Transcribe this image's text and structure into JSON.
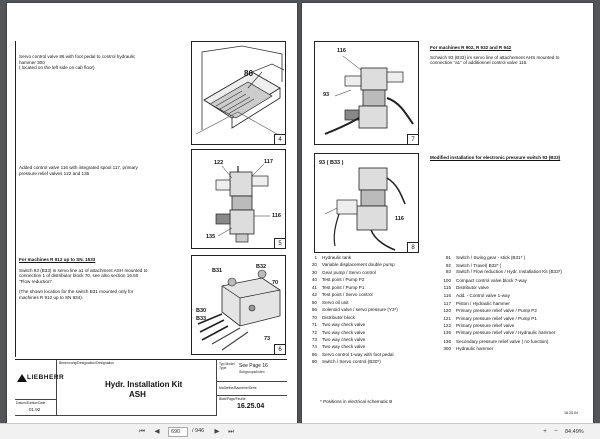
{
  "left_page": {
    "section1": {
      "text": "Servo control valve 86 with foot pedal to control hydraulic hammer 300",
      "note": "( located on the left side on cab floor)",
      "callout": "86",
      "figure_number": "4"
    },
    "section2": {
      "text": "Added control valve 116 with integrated spool 117,  primary pressure relief valves 122 and 135",
      "callouts": [
        "122",
        "117",
        "116",
        "135"
      ],
      "figure_number": "5"
    },
    "section3": {
      "heading": "For machines R 912 up to SN. 1533",
      "text": "Switch 93 (B33) in servo line a1 of attachment ASH mounted to connection 1 of distributor block 70, see also section 16.50 \"Flow reduction\".",
      "note": "(The shown location for the switch B31 mounted only for machines R 912 up to SN 834).",
      "callouts": [
        "B31",
        "B32",
        "70",
        "B30",
        "B33",
        "73"
      ],
      "figure_number": "6"
    },
    "title_block": {
      "logo": "LIEBHERR",
      "label_designation": "Benennung/Designation/Désignation",
      "label_date": "Datum/Edition/Date",
      "date": "01.92",
      "title_line1": "Hydr. Installation Kit",
      "title_line2": "ASH",
      "label_type": "Typ Model Type",
      "type_value": "See Page 16",
      "type_sub": "Subgroups/Index",
      "label_subgroup": "Maßreihe/Baureihe/Série",
      "label_sheet": "Blatt/Page/Feuille",
      "sheet": "16.25.04"
    }
  },
  "right_page": {
    "section1": {
      "heading": "For machines  R 902, R 932 and R 942",
      "text": "Schwich 93 (B33) im servo line of attachement AHS mounted to connection \"a1\" of additionnel control valve 116.",
      "callouts": [
        "116",
        "93"
      ],
      "figure_number": "7"
    },
    "section2": {
      "heading": "Modified installation for electronic pressure switch 93 (B33)",
      "callouts": [
        "93 ( B33 )",
        "116"
      ],
      "figure_number": "8"
    },
    "legend_left": [
      {
        "num": "1",
        "label": "Hydraulic tank"
      },
      {
        "num": "20",
        "label": "Variable displacement double pump"
      },
      {
        "num": "30",
        "label": "Gear pump / Servo control"
      },
      {
        "num": "40",
        "label": "Test point / Pump P2"
      },
      {
        "num": "41",
        "label": "Test point / Pump P1"
      },
      {
        "num": "42",
        "label": "Test point / Servo control"
      },
      {
        "num": "50",
        "label": "Servo oil unit"
      },
      {
        "num": "56",
        "label": "Solenoid valve / servo pressure (Y3*)"
      },
      {
        "num": "70",
        "label": "Distributor block"
      },
      {
        "num": "71",
        "label": "Two way check valve"
      },
      {
        "num": "72",
        "label": "Two way check valve"
      },
      {
        "num": "73",
        "label": "Two way check valve"
      },
      {
        "num": "74",
        "label": "Two way check valve"
      },
      {
        "num": "86",
        "label": "Servo control 1-way with foot pedal"
      },
      {
        "num": "90",
        "label": "Switch / Servo control (B30*)"
      }
    ],
    "legend_right": [
      {
        "num": "91",
        "label": "Switch / Swing gear - stick (B31* )"
      },
      {
        "num": "92",
        "label": "Switch / Travel( B32* )"
      },
      {
        "num": "93",
        "label": "Switch / Flow reduction / Hydr. Installation Kit (B33*)"
      },
      {
        "num": "100",
        "label": "Compact control valve block 7-way"
      },
      {
        "num": "115",
        "label": "Distributor valve"
      },
      {
        "num": "116",
        "label": "Add. - Control valve 1-way"
      },
      {
        "num": "117",
        "label": "Piston / Hydraulic hammer"
      },
      {
        "num": "120",
        "label": "Primary pressure relief valve / Pump P2"
      },
      {
        "num": "121",
        "label": "Primary pressure relief valve / Pump P1"
      },
      {
        "num": "122",
        "label": "Primary pressure relief valve"
      },
      {
        "num": "135",
        "label": "Primary pressure relief valve / Hydraulic hammer"
      },
      {
        "num": "136",
        "label": "Secondary pressure relief valve ( no function)"
      },
      {
        "num": "300",
        "label": "Hydraulic hammer"
      }
    ],
    "footnote": "* Positions in electrical schematic  B",
    "doc_code": "16.25.04"
  },
  "toolbar": {
    "page_current": "690",
    "page_total": "/ 946",
    "zoom": "84.49%"
  }
}
